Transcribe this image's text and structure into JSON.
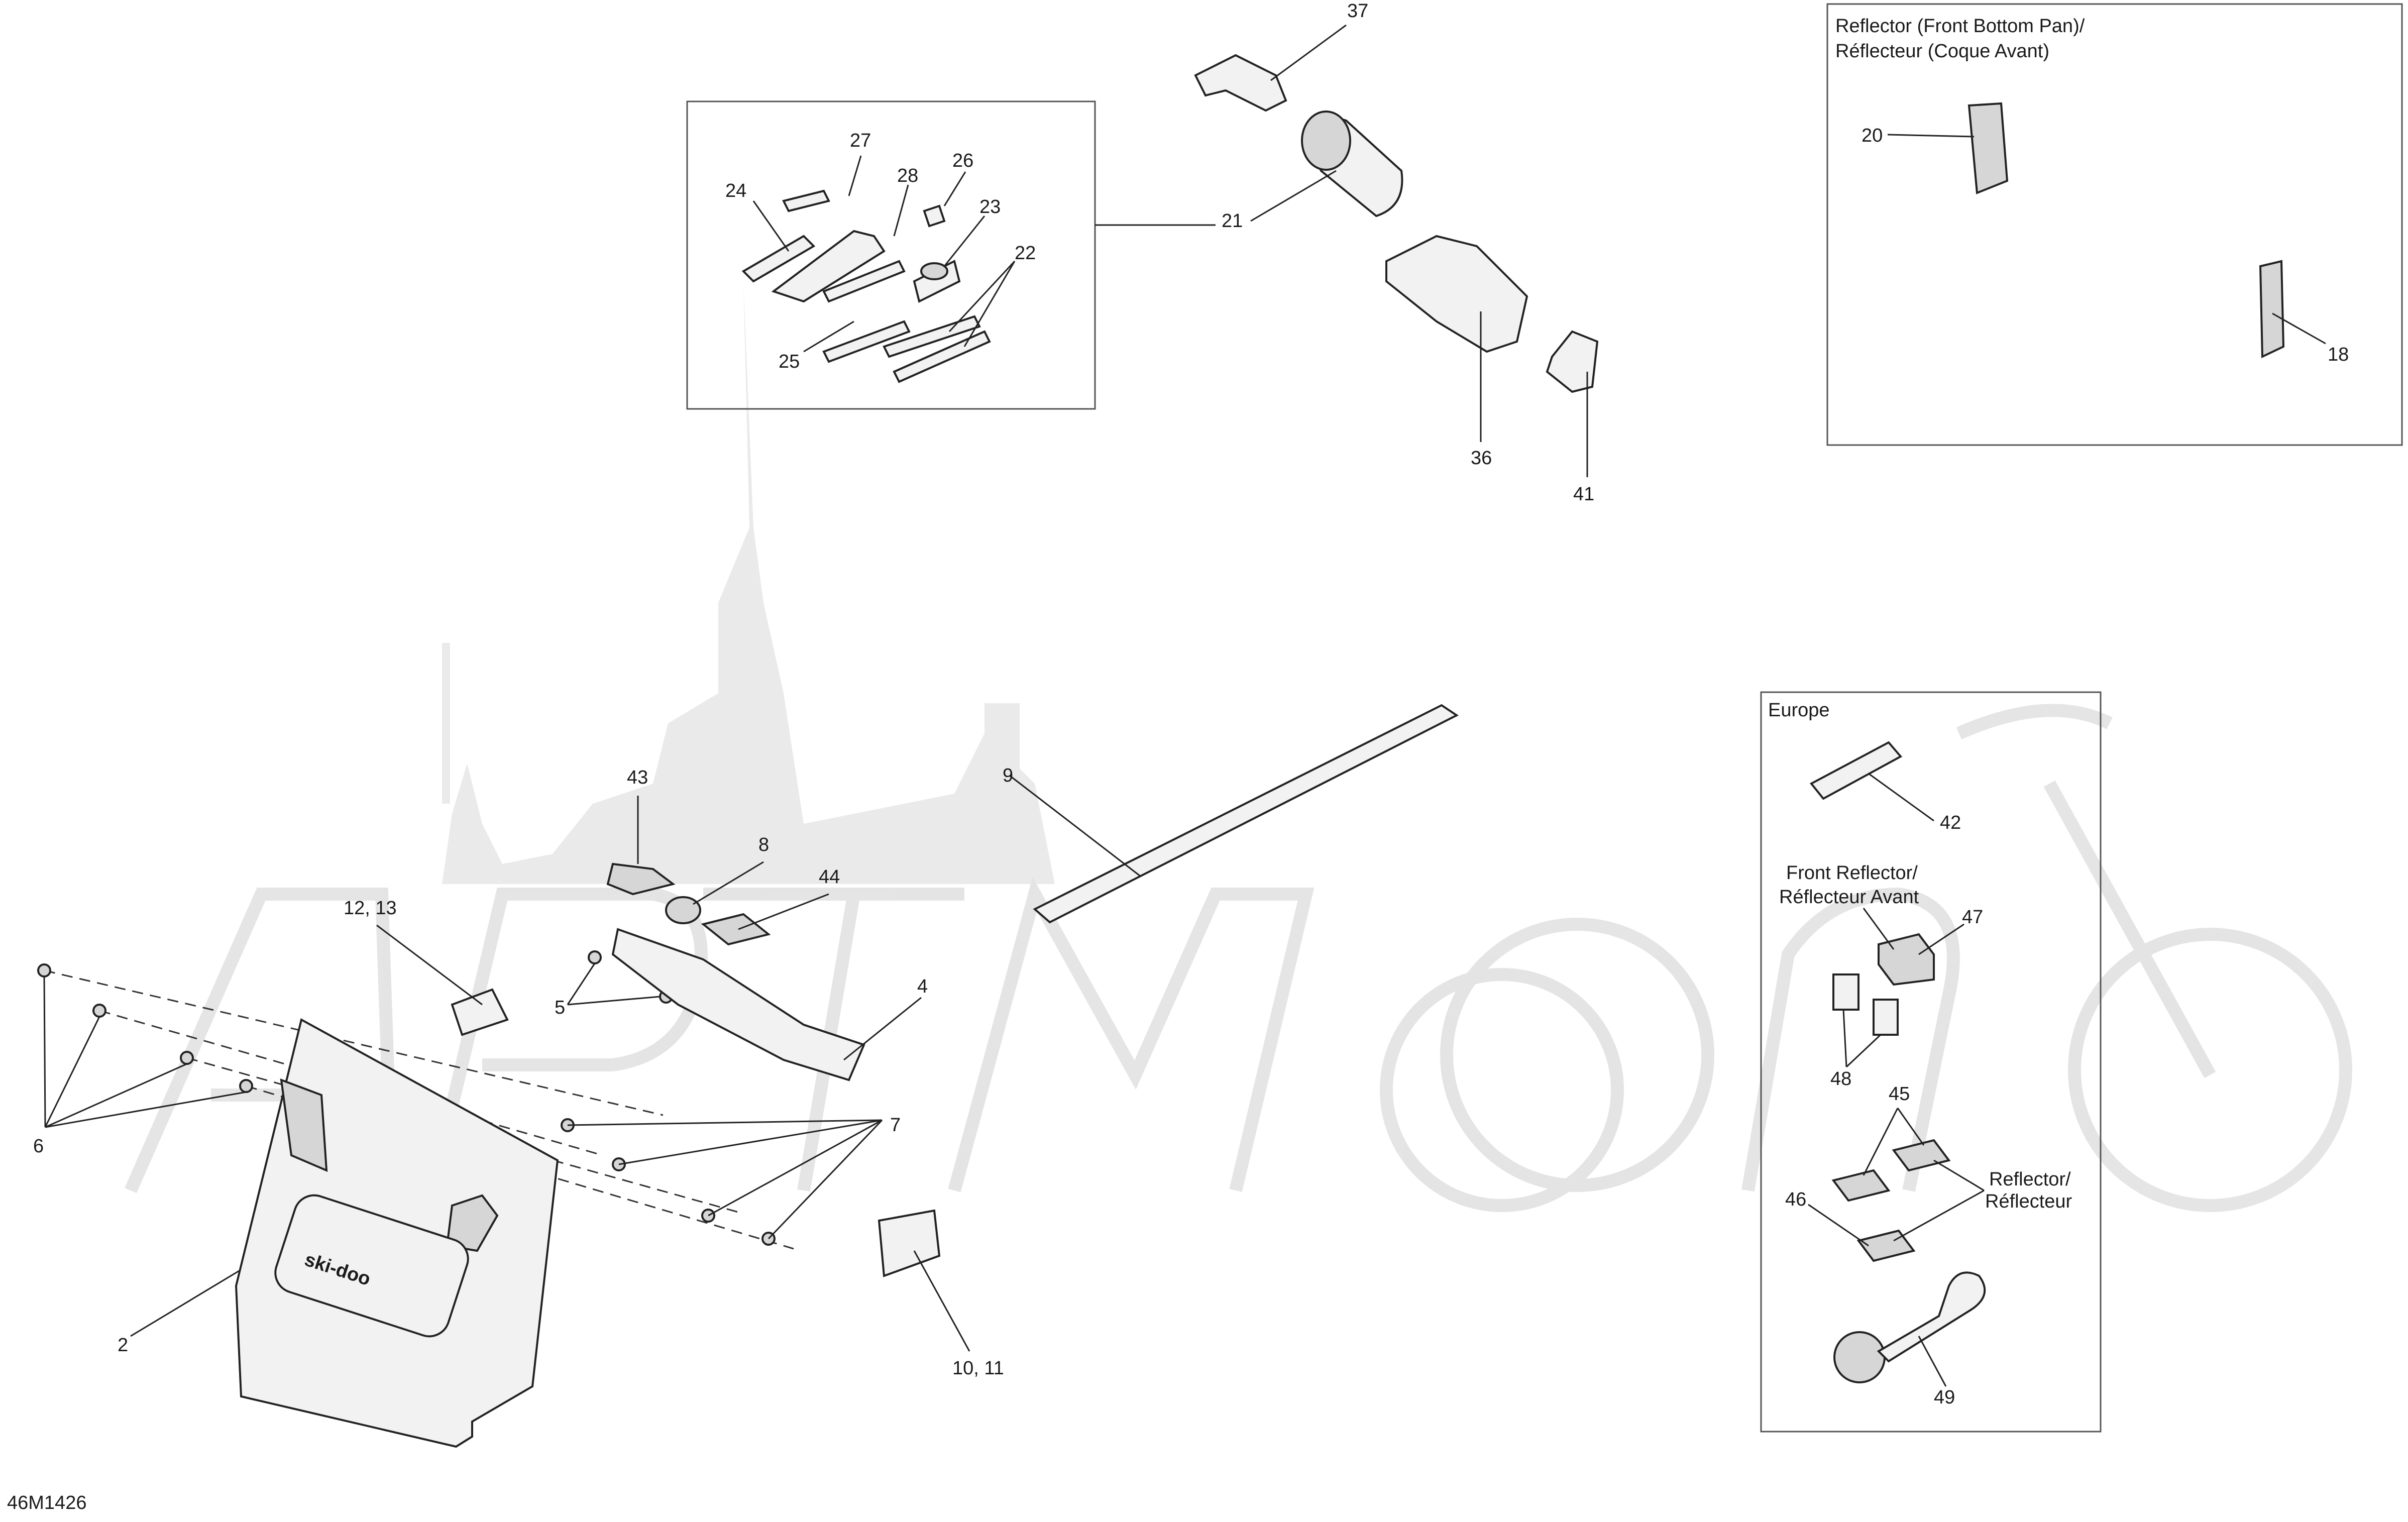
{
  "diagram_code": "46M1426",
  "watermark_text": "ArtMoto",
  "callouts": {
    "c37": "37",
    "c21": "21",
    "c36": "36",
    "c41": "41",
    "c27": "27",
    "c28": "28",
    "c26": "26",
    "c24": "24",
    "c23": "23",
    "c22": "22",
    "c25": "25",
    "c20": "20",
    "c18": "18",
    "c43": "43",
    "c8": "8",
    "c9": "9",
    "c44": "44",
    "c12_13": "12, 13",
    "c4": "4",
    "c5": "5",
    "c6": "6",
    "c7": "7",
    "c2": "2",
    "c10_11": "10, 11",
    "c42": "42",
    "c47": "47",
    "c48": "48",
    "c45": "45",
    "c46": "46",
    "c49": "49"
  },
  "boxes": {
    "reflector_front_bottom_pan": {
      "label_line1": "Reflector (Front Bottom Pan)/",
      "label_line2": "Réflecteur (Coque Avant)"
    },
    "europe": {
      "label": "Europe",
      "front_reflector_line1": "Front Reflector/",
      "front_reflector_line2": "Réflecteur Avant",
      "reflector_line1": "Reflector/",
      "reflector_line2": "Réflecteur"
    }
  },
  "mudflap_logo": "ski-doo",
  "icons": [
    "watermark-logo",
    "tool-kit",
    "mud-flap",
    "reflector"
  ]
}
